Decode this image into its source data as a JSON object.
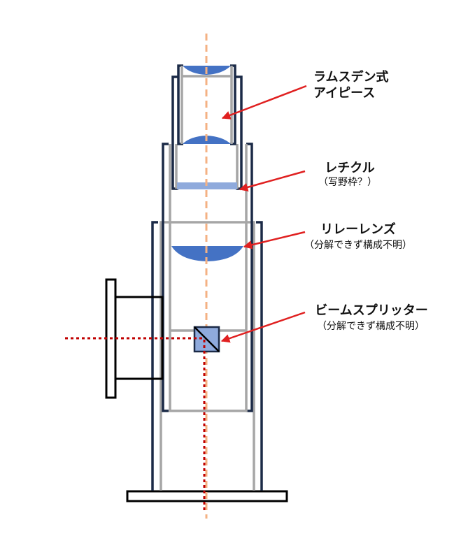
{
  "labels": {
    "eyepiece": {
      "line1": "ラムスデン式",
      "line2": "アイピース"
    },
    "reticle": {
      "line1": "レチクル",
      "line2": "（写野枠？）"
    },
    "relay_lens": {
      "line1": "リレーレンズ",
      "line2": "（分解できず構成不明）"
    },
    "beam_splitter": {
      "line1": "ビームスプリッター",
      "line2": "（分解できず構成不明）"
    }
  },
  "colors": {
    "housing": "#1b2a47",
    "inner_tube": "#a6a6a6",
    "lens": "#4472c4",
    "reticle": "#8faadc",
    "optical_axis": "#f4b183",
    "laser_path": "#c00000",
    "arrow": "#e02020"
  }
}
